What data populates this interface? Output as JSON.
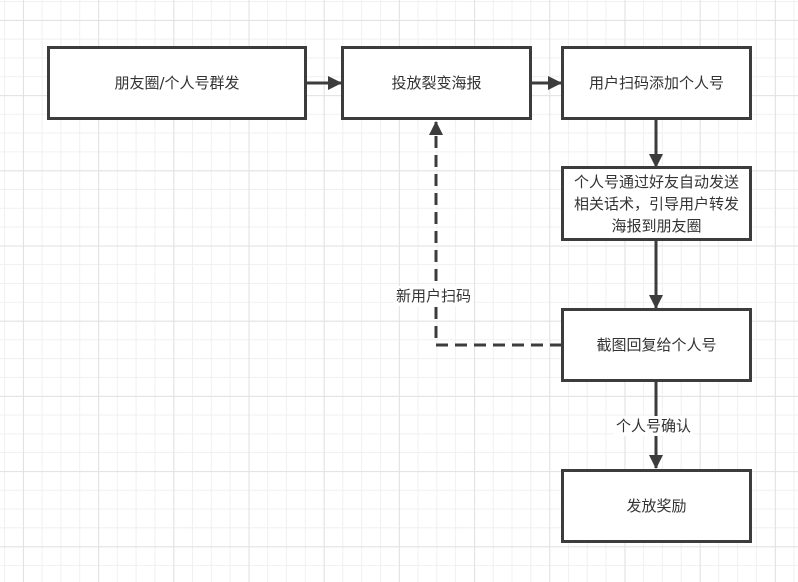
{
  "diagram": {
    "type": "flowchart",
    "nodes": [
      {
        "id": "n1",
        "label": "朋友圈/个人号群发"
      },
      {
        "id": "n2",
        "label": "投放裂变海报"
      },
      {
        "id": "n3",
        "label": "用户扫码添加个人号"
      },
      {
        "id": "n4",
        "label": "个人号通过好友自动发送相关话术，引导用户转发海报到朋友圈"
      },
      {
        "id": "n5",
        "label": "截图回复给个人号"
      },
      {
        "id": "n6",
        "label": "发放奖励"
      }
    ],
    "edges": [
      {
        "from": "n1",
        "to": "n2",
        "style": "solid",
        "label": ""
      },
      {
        "from": "n2",
        "to": "n3",
        "style": "solid",
        "label": ""
      },
      {
        "from": "n3",
        "to": "n4",
        "style": "solid",
        "label": ""
      },
      {
        "from": "n4",
        "to": "n5",
        "style": "solid",
        "label": ""
      },
      {
        "from": "n5",
        "to": "n2",
        "style": "dashed",
        "label": "新用户扫码"
      },
      {
        "from": "n5",
        "to": "n6",
        "style": "solid",
        "label": "个人号确认"
      }
    ],
    "colors": {
      "stroke": "#3c3c3c",
      "text": "#333333",
      "grid": "#e2e2e2"
    }
  }
}
